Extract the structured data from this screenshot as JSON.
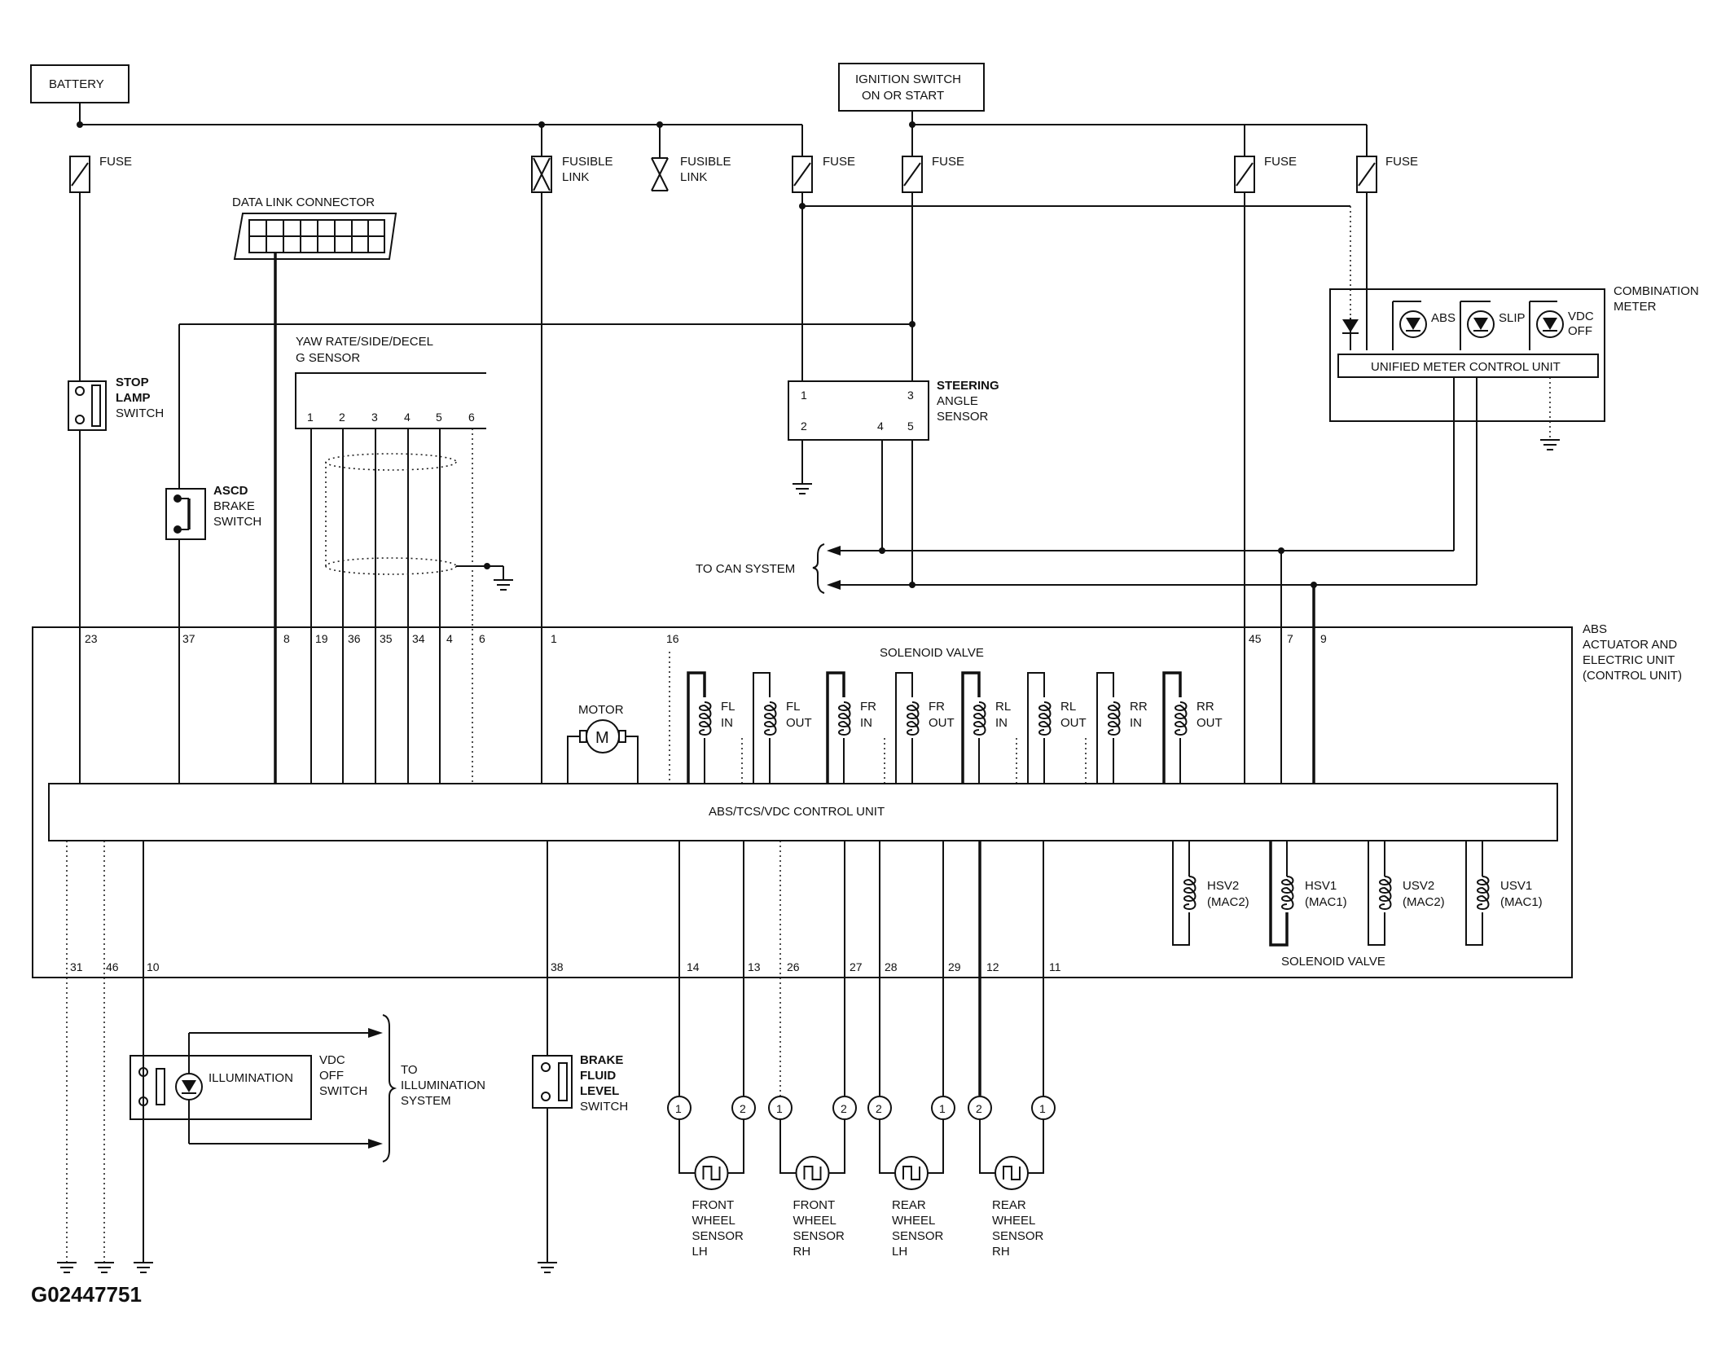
{
  "labels": {
    "battery": "BATTERY",
    "ignition_1": "IGNITION SWITCH",
    "ignition_2": "ON OR START",
    "fuse": "FUSE",
    "fusible_1": "FUSIBLE",
    "fusible_2": "LINK",
    "data_link_connector": "DATA LINK CONNECTOR",
    "yaw_1": "YAW RATE/SIDE/DECEL",
    "yaw_2": "G SENSOR",
    "stop_1": "STOP",
    "stop_2": "LAMP",
    "stop_3": "SWITCH",
    "ascd_1": "ASCD",
    "ascd_2": "BRAKE",
    "ascd_3": "SWITCH",
    "steering_1": "STEERING",
    "steering_2": "ANGLE",
    "steering_3": "SENSOR",
    "combination_1": "COMBINATION",
    "combination_2": "METER",
    "unified_meter": "UNIFIED METER CONTROL UNIT",
    "abs_lamp": "ABS",
    "slip_lamp": "SLIP",
    "vdc_1": "VDC",
    "vdc_2": "OFF",
    "to_can": "TO CAN SYSTEM",
    "abs_unit_1": "ABS",
    "abs_unit_2": "ACTUATOR AND",
    "abs_unit_3": "ELECTRIC UNIT",
    "abs_unit_4": "(CONTROL UNIT)",
    "solenoid_valve": "SOLENOID VALVE",
    "motor": "MOTOR",
    "motor_symbol": "M",
    "control_unit": "ABS/TCS/VDC CONTROL UNIT",
    "illumination": "ILLUMINATION",
    "vdc_off_1": "VDC",
    "vdc_off_2": "OFF",
    "vdc_off_3": "SWITCH",
    "to_illum_1": "TO",
    "to_illum_2": "ILLUMINATION",
    "to_illum_3": "SYSTEM",
    "brake_1": "BRAKE",
    "brake_2": "FLUID",
    "brake_3": "LEVEL",
    "brake_4": "SWITCH",
    "image_code": "G02447751"
  },
  "valves": [
    {
      "line1": "FL",
      "line2": "IN"
    },
    {
      "line1": "FL",
      "line2": "OUT"
    },
    {
      "line1": "FR",
      "line2": "IN"
    },
    {
      "line1": "FR",
      "line2": "OUT"
    },
    {
      "line1": "RL",
      "line2": "IN"
    },
    {
      "line1": "RL",
      "line2": "OUT"
    },
    {
      "line1": "RR",
      "line2": "IN"
    },
    {
      "line1": "RR",
      "line2": "OUT"
    }
  ],
  "lower_valves": [
    {
      "line1": "HSV2",
      "line2": "(MAC2)"
    },
    {
      "line1": "HSV1",
      "line2": "(MAC1)"
    },
    {
      "line1": "USV2",
      "line2": "(MAC2)"
    },
    {
      "line1": "USV1",
      "line2": "(MAC1)"
    }
  ],
  "wheel_sensors": [
    {
      "l1": "FRONT",
      "l2": "WHEEL",
      "l3": "SENSOR",
      "l4": "LH",
      "pin_a": "1",
      "pin_b": "2"
    },
    {
      "l1": "FRONT",
      "l2": "WHEEL",
      "l3": "SENSOR",
      "l4": "RH",
      "pin_a": "1",
      "pin_b": "2"
    },
    {
      "l1": "REAR",
      "l2": "WHEEL",
      "l3": "SENSOR",
      "l4": "LH",
      "pin_a": "2",
      "pin_b": "1"
    },
    {
      "l1": "REAR",
      "l2": "WHEEL",
      "l3": "SENSOR",
      "l4": "RH",
      "pin_a": "2",
      "pin_b": "1"
    }
  ],
  "yaw_pins": [
    "1",
    "2",
    "3",
    "4",
    "5",
    "6"
  ],
  "steering_pins": [
    "1",
    "3",
    "2",
    "4",
    "5"
  ],
  "top_pins": [
    "23",
    "37",
    "8",
    "19",
    "36",
    "35",
    "34",
    "4",
    "6",
    "1",
    "16",
    "45",
    "7",
    "9"
  ],
  "bottom_pins": [
    "31",
    "46",
    "10",
    "38",
    "14",
    "13",
    "26",
    "27",
    "28",
    "29",
    "12",
    "11"
  ]
}
